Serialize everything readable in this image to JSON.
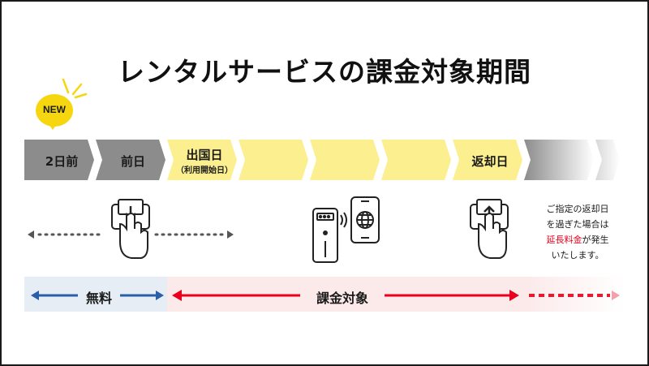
{
  "title": "レンタルサービスの課金対象期間",
  "badge": "NEW",
  "segments": [
    {
      "label": "2日前",
      "sub": ""
    },
    {
      "label": "前日",
      "sub": ""
    },
    {
      "label": "出国日",
      "sub": "（利用開始日）"
    },
    {
      "label": "",
      "sub": ""
    },
    {
      "label": "",
      "sub": ""
    },
    {
      "label": "",
      "sub": ""
    },
    {
      "label": "返却日",
      "sub": ""
    },
    {
      "label": "",
      "sub": ""
    },
    {
      "label": "",
      "sub": ""
    }
  ],
  "note": {
    "line1": "ご指定の返却日",
    "line2": "を過ぎた場合は",
    "late_fee": "延長料金",
    "line3_rest": "が発生",
    "line4": "いたします。"
  },
  "free_label": "無料",
  "charge_label": "課金対象",
  "icons": [
    "card-insert-icon",
    "card-reader-icon",
    "smartphone-globe-icon",
    "card-eject-icon"
  ],
  "colors": {
    "gray_segment": "#8c8c8c",
    "yellow_segment": "#fbef8f",
    "free_band": "#e6edf5",
    "free_arrow": "#2a5ea8",
    "charge_band": "#fce9ea",
    "charge_arrow": "#e8001c",
    "badge": "#f5d60f"
  }
}
